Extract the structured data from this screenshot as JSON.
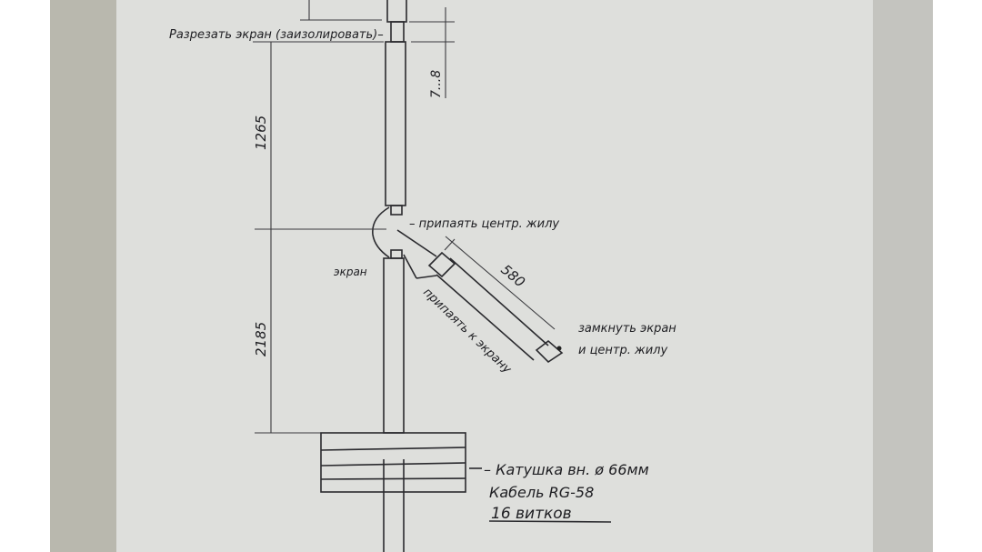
{
  "labels": {
    "cut_screen": "Разрезать экран (заизолировать)–",
    "solder_center": "– припаять центр. жилу",
    "screen": "экран",
    "solder_to_screen": "припаять к экрану",
    "short_line1": "замкнуть экран",
    "short_line2": "и центр. жилу",
    "coil_line1": "– Катушка вн. ø 66мм",
    "coil_line2": "Кабель RG-58",
    "coil_line3": "16 витков"
  },
  "dimensions": {
    "gap": "7...8",
    "upper": "1265",
    "lower": "2185",
    "stub": "580"
  }
}
